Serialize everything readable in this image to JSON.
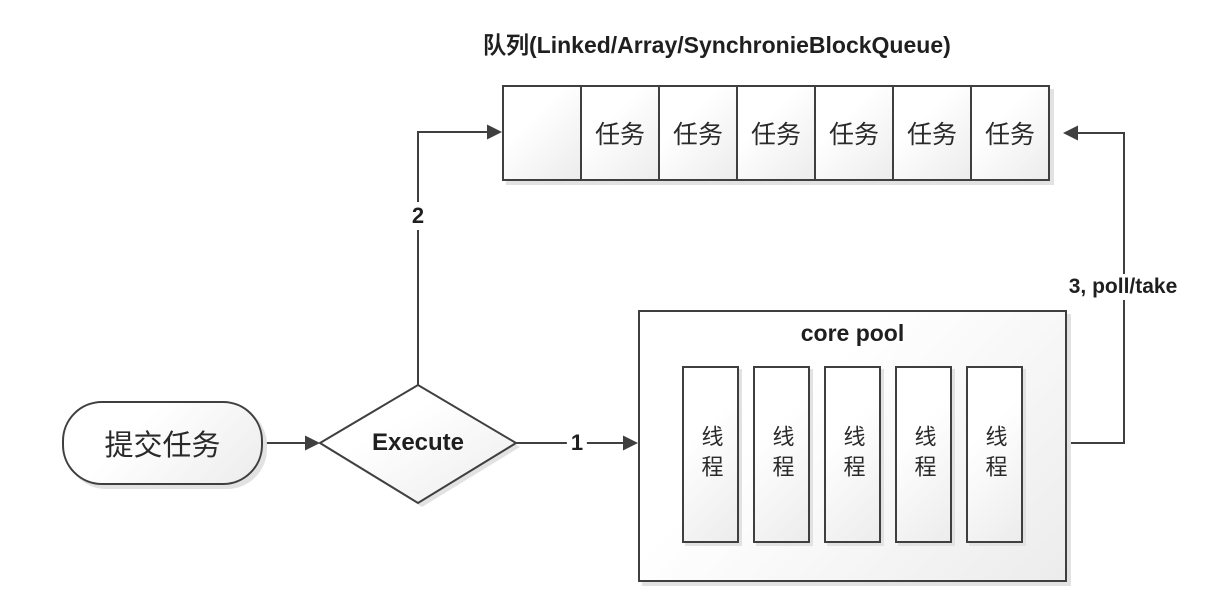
{
  "title": "队列(Linked/Array/SynchronieBlockQueue)",
  "queue": {
    "cells": [
      "",
      "任务",
      "任务",
      "任务",
      "任务",
      "任务",
      "任务"
    ]
  },
  "terminator": {
    "label": "提交任务"
  },
  "decision": {
    "label": "Execute"
  },
  "core_pool": {
    "title": "core pool",
    "threads": [
      "线程",
      "线程",
      "线程",
      "线程",
      "线程"
    ]
  },
  "edges": {
    "execute_to_pool_label": "1",
    "execute_to_queue_label": "2",
    "queue_to_pool_label": "3, poll/take"
  },
  "colors": {
    "stroke": "#3f3f3f",
    "shadow": "#e2e2e2",
    "fill_top": "#ffffff",
    "fill_bottom": "#ececec",
    "text": "#1f1f1f",
    "background": "#ffffff"
  }
}
